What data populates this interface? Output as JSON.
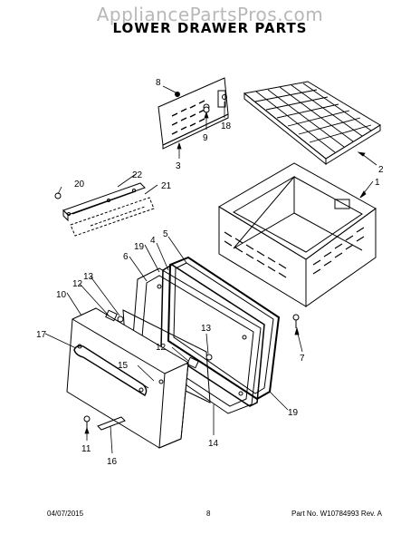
{
  "watermark": "AppliancePartsPros.com",
  "title": "LOWER DRAWER PARTS",
  "callouts": [
    "1",
    "2",
    "3",
    "4",
    "5",
    "6",
    "7",
    "8",
    "9",
    "10",
    "11",
    "12",
    "12",
    "13",
    "13",
    "14",
    "15",
    "16",
    "17",
    "18",
    "19",
    "19",
    "20",
    "21",
    "22"
  ],
  "footer": {
    "date": "04/07/2015",
    "page": "8",
    "part_number": "Part No.  W10784993  Rev. A"
  }
}
